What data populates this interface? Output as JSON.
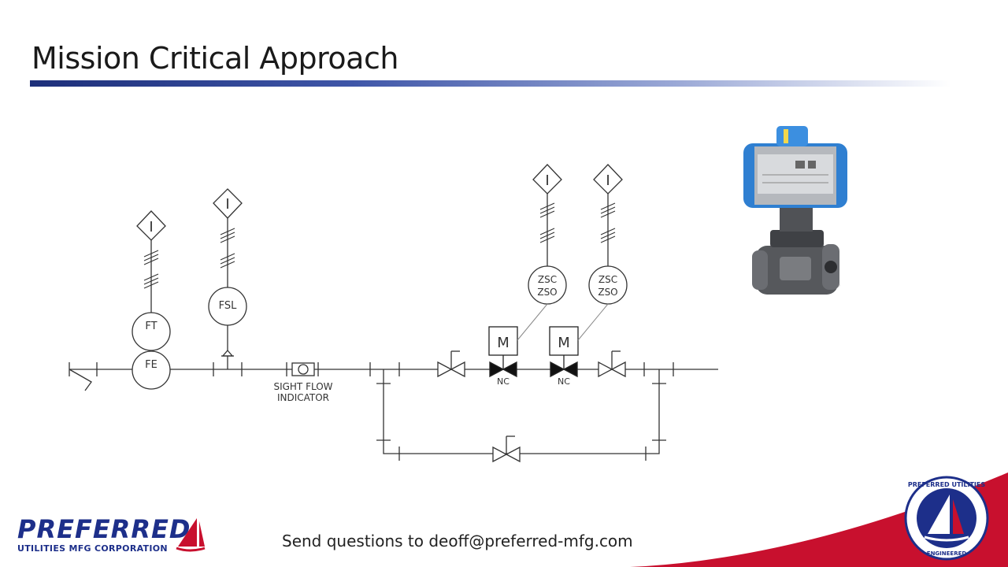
{
  "slide": {
    "title": "Mission Critical Approach",
    "footer_text": "Send questions to deoff@preferred-mfg.com"
  },
  "logo": {
    "name": "PREFERRED",
    "subtitle": "UTILITIES MFG CORPORATION",
    "seal_text_top": "PREFERRED UTILITIES",
    "seal_text_bottom": "ENGINEERED"
  },
  "diagram": {
    "instruments": {
      "fe": "FE",
      "ft": "FT",
      "fsl": "FSL",
      "interlock": "I",
      "zsc": "ZSC",
      "zso": "ZSO",
      "motor": "M",
      "nc": "NC"
    },
    "sight_flow_line1": "SIGHT  FLOW",
    "sight_flow_line2": "INDICATOR"
  },
  "colors": {
    "title_bar_start": "#1d2f7a",
    "logo_blue": "#1d2f8a",
    "accent_red": "#c8102e",
    "actuator_blue": "#2f7fd1"
  }
}
